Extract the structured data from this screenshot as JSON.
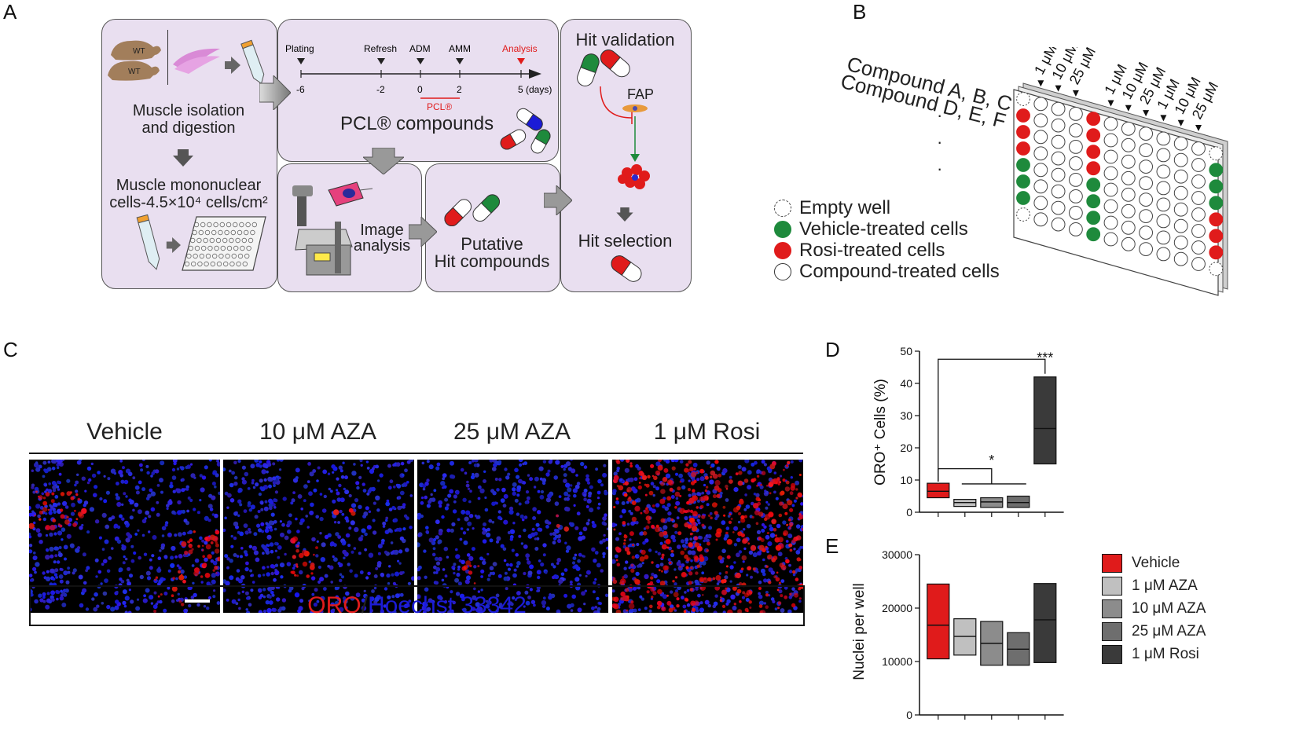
{
  "panels": {
    "a": "A",
    "b": "B",
    "c": "C",
    "d": "D",
    "e": "E"
  },
  "panelA": {
    "wt1": "WT",
    "wt2": "WT",
    "isolation_line1": "Muscle isolation",
    "isolation_line2": "and digestion",
    "mono_line1": "Muscle mononuclear",
    "mono_line2": "cells-4.5×10⁴ cells/cm²",
    "timeline": {
      "plating": "Plating",
      "refresh": "Refresh",
      "adm": "ADM",
      "amm": "AMM",
      "analysis": "Analysis",
      "t_m6": "-6",
      "t_m2": "-2",
      "t_0": "0",
      "t_2": "2",
      "t_5": "5 (days)",
      "pcl_small": "PCL®"
    },
    "pcl_compounds": "PCL® compounds",
    "image_analysis_1": "Image",
    "image_analysis_2": "analysis",
    "putative_1": "Putative",
    "putative_2": "Hit compounds",
    "hit_validation": "Hit validation",
    "fap": "FAP",
    "hit_selection": "Hit selection"
  },
  "panelB": {
    "compound_abc": "Compound A, B, C",
    "compound_def": "Compound D, E, F",
    "conc": [
      "1 μM",
      "10 μM",
      "25 μM",
      "1 μM",
      "10 μM",
      "25 μM",
      "1 μM",
      "10 μM",
      "25 μM"
    ],
    "legend": [
      {
        "label": "Empty well",
        "color": "#ffffff",
        "dashed": true
      },
      {
        "label": "Vehicle-treated cells",
        "color": "#1e8a3c",
        "dashed": false
      },
      {
        "label": "Rosi-treated cells",
        "color": "#e01b1b",
        "dashed": false
      },
      {
        "label": "Compound-treated cells",
        "color": "#ffffff",
        "dashed": false
      }
    ]
  },
  "panelC": {
    "titles": [
      "Vehicle",
      "10 μM AZA",
      "25 μM AZA",
      "1 μM Rosi"
    ],
    "stain_oro": "ORO",
    "stain_sep": "/",
    "stain_hoechst": "Hoechst 33342"
  },
  "colors": {
    "vehicle": "#e01b1b",
    "aza1": "#c0c0c0",
    "aza10": "#8c8c8c",
    "aza25": "#6e6e6e",
    "rosi": "#3a3a3a",
    "green": "#1e8a3c",
    "red": "#e01b1b",
    "purple_bg": "#e9dff0"
  },
  "chart_data": [
    {
      "type": "box",
      "panel": "D",
      "ylabel": "ORO⁺ Cells (%)",
      "ylim": [
        0,
        50
      ],
      "yticks": [
        0,
        10,
        20,
        30,
        40,
        50
      ],
      "categories": [
        "Vehicle",
        "1 μM AZA",
        "10 μM AZA",
        "25 μM AZA",
        "1 μM Rosi"
      ],
      "series": [
        {
          "name": "Vehicle",
          "min": 4.5,
          "median": 6.5,
          "max": 9.0
        },
        {
          "name": "1 μM AZA",
          "min": 1.8,
          "median": 3.0,
          "max": 4.0
        },
        {
          "name": "10 μM AZA",
          "min": 1.5,
          "median": 3.2,
          "max": 4.5
        },
        {
          "name": "25 μM AZA",
          "min": 1.5,
          "median": 3.0,
          "max": 5.0
        },
        {
          "name": "1 μM Rosi",
          "min": 15.0,
          "median": 26.0,
          "max": 42.0
        }
      ],
      "annotations": [
        "***",
        "*"
      ]
    },
    {
      "type": "box",
      "panel": "E",
      "ylabel": "Nuclei per well",
      "ylim": [
        0,
        30000
      ],
      "yticks": [
        0,
        10000,
        20000,
        30000
      ],
      "categories": [
        "Vehicle",
        "1 μM AZA",
        "10 μM AZA",
        "25 μM AZA",
        "1 μM Rosi"
      ],
      "series": [
        {
          "name": "Vehicle",
          "min": 10500,
          "median": 16800,
          "max": 24500
        },
        {
          "name": "1 μM AZA",
          "min": 11200,
          "median": 14700,
          "max": 18000
        },
        {
          "name": "10 μM AZA",
          "min": 9300,
          "median": 13400,
          "max": 17500
        },
        {
          "name": "25 μM AZA",
          "min": 9300,
          "median": 12300,
          "max": 15400
        },
        {
          "name": "1 μM Rosi",
          "min": 9800,
          "median": 17800,
          "max": 24600
        }
      ],
      "legend": [
        "Vehicle",
        "1 μM AZA",
        "10 μM AZA",
        "25 μM AZA",
        "1 μM Rosi"
      ]
    }
  ]
}
